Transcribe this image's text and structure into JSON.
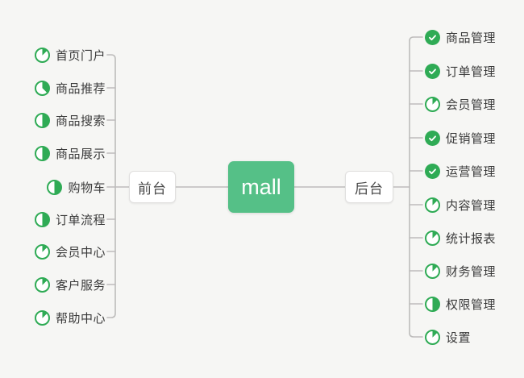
{
  "colors": {
    "green": "#2fab55",
    "root_green": "#55c087",
    "line": "#bdbcbb",
    "text": "#3b3b3b",
    "background": "#f6f6f4"
  },
  "root": {
    "label": "mall"
  },
  "front": {
    "label": "前台",
    "items": [
      {
        "label": "首页门户",
        "icon": "pie",
        "progress": 12.5
      },
      {
        "label": "商品推荐",
        "icon": "pie",
        "progress": 37.5
      },
      {
        "label": "商品搜索",
        "icon": "pie",
        "progress": 50
      },
      {
        "label": "商品展示",
        "icon": "pie",
        "progress": 50
      },
      {
        "label": "购物车",
        "icon": "pie",
        "progress": 50
      },
      {
        "label": "订单流程",
        "icon": "pie",
        "progress": 50
      },
      {
        "label": "会员中心",
        "icon": "pie",
        "progress": 12.5
      },
      {
        "label": "客户服务",
        "icon": "pie",
        "progress": 12.5
      },
      {
        "label": "帮助中心",
        "icon": "pie",
        "progress": 12.5
      }
    ]
  },
  "back": {
    "label": "后台",
    "items": [
      {
        "label": "商品管理",
        "icon": "check"
      },
      {
        "label": "订单管理",
        "icon": "check"
      },
      {
        "label": "会员管理",
        "icon": "pie",
        "progress": 12.5
      },
      {
        "label": "促销管理",
        "icon": "check"
      },
      {
        "label": "运营管理",
        "icon": "check"
      },
      {
        "label": "内容管理",
        "icon": "pie",
        "progress": 12.5
      },
      {
        "label": "统计报表",
        "icon": "pie",
        "progress": 12.5
      },
      {
        "label": "财务管理",
        "icon": "pie",
        "progress": 12.5
      },
      {
        "label": "权限管理",
        "icon": "pie",
        "progress": 50
      },
      {
        "label": "设置",
        "icon": "pie",
        "progress": 12.5
      }
    ]
  }
}
